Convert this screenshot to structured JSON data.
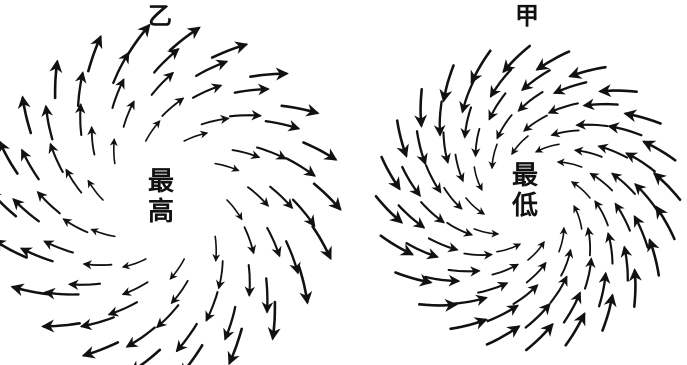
{
  "panels": {
    "left": {
      "label": "乙",
      "center_line1": "最",
      "center_line2": "高",
      "rotation": "clockwise",
      "flow": "outward"
    },
    "right": {
      "label": "甲",
      "center_line1": "最",
      "center_line2": "低",
      "rotation": "counterclockwise",
      "flow": "inward"
    }
  },
  "colors": {
    "ink": "#111111",
    "background": "#ffffff"
  }
}
